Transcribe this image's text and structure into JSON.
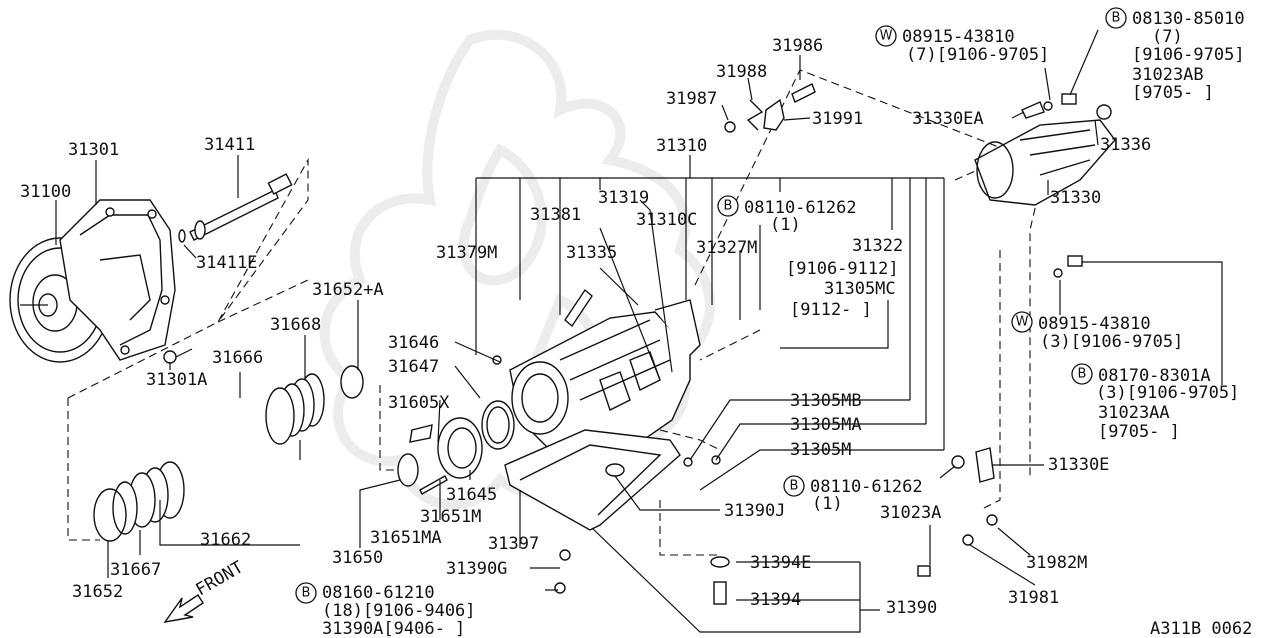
{
  "diagram_id": "A311B 0062",
  "front_label": "FRONT",
  "labels": {
    "p31301": "31301",
    "p31100": "31100",
    "p31411": "31411",
    "p31411E": "31411E",
    "p31301A": "31301A",
    "p31652A": "31652+A",
    "p31668": "31668",
    "p31666": "31666",
    "p31646": "31646",
    "p31647": "31647",
    "p31605X": "31605X",
    "p31645": "31645",
    "p31651M": "31651M",
    "p31651MA": "31651MA",
    "p31650": "31650",
    "p31662": "31662",
    "p31667": "31667",
    "p31652": "31652",
    "p31397": "31397",
    "p31390G": "31390G",
    "p31390A_line1": "08160-61210",
    "p31390A_line2": "(18)[9106-9406]",
    "p31390A_line3": "31390A[9406-    ]",
    "p31986": "31986",
    "p31988": "31988",
    "p31987": "31987",
    "p31991": "31991",
    "p31310": "31310",
    "p31319": "31319",
    "p31381": "31381",
    "p31310C": "31310C",
    "p31379M": "31379M",
    "p31335": "31335",
    "p31327M": "31327M",
    "p08110a_line1": "08110-61262",
    "p08110a_line2": "(1)",
    "p31322": "31322",
    "p31322_range": "[9106-9112]",
    "p31305MC": "31305MC",
    "p31305MC_range": "[9112-     ]",
    "p31305MB": "31305MB",
    "p31305MA": "31305MA",
    "p31305M": "31305M",
    "p31390J": "31390J",
    "p31394E": "31394E",
    "p31394": "31394",
    "p31390": "31390",
    "p08110b_line1": "08110-61262",
    "p08110b_line2": "(1)",
    "p31023A": "31023A",
    "p31330E": "31330E",
    "p31982M": "31982M",
    "p31981": "31981",
    "p08915a_line1": "08915-43810",
    "p08915a_line2": "(7)[9106-9705]",
    "p08130_line1": "08130-85010",
    "p08130_line2": "(7)",
    "p08130_line3": "[9106-9705]",
    "p08130_line4": "31023AB",
    "p08130_line5": "[9705-    ]",
    "p31330EA": "31330EA",
    "p31336": "31336",
    "p31330": "31330",
    "p08915b_line1": "08915-43810",
    "p08915b_line2": "(3)[9106-9705]",
    "p08170_line1": "08170-8301A",
    "p08170_line2": "(3)[9106-9705]",
    "p08170_line3": "31023AA",
    "p08170_line4": "[9705-    ]"
  },
  "badges": {
    "bolt": "B",
    "washer": "W"
  }
}
